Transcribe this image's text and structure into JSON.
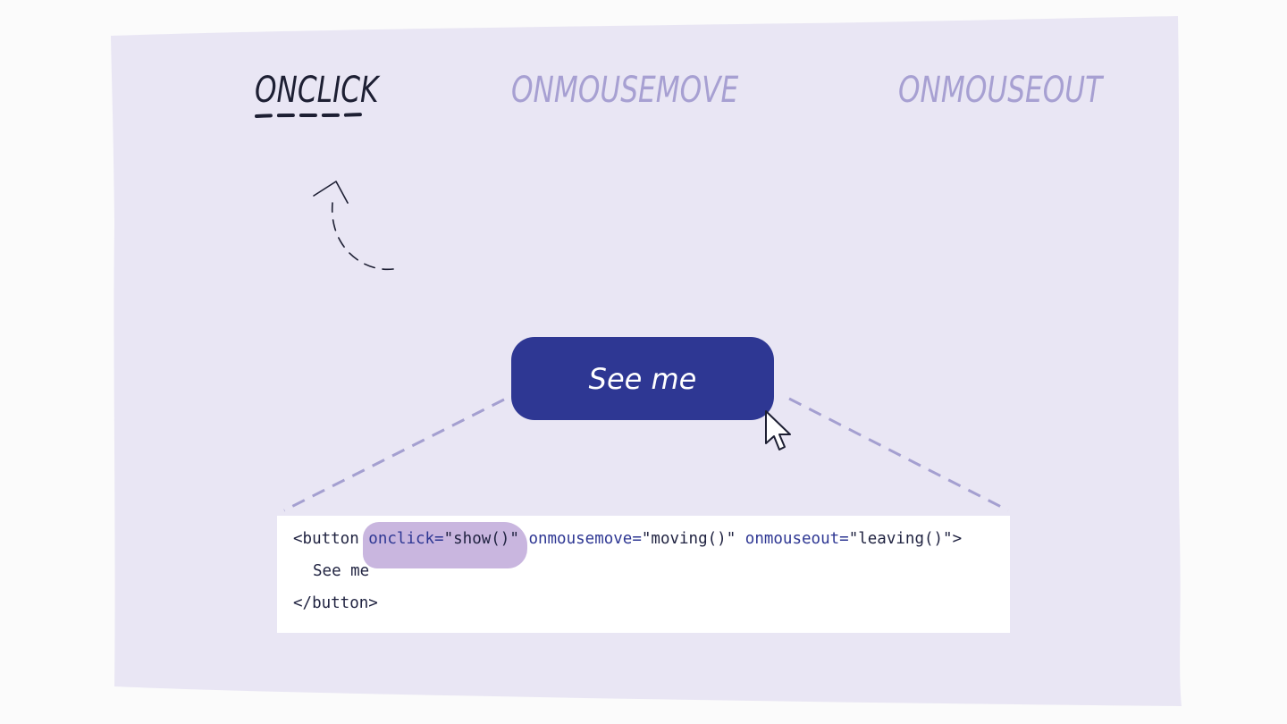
{
  "tabs": [
    {
      "label": "ONCLICK",
      "active": true
    },
    {
      "label": "ONMOUSEMOVE",
      "active": false
    },
    {
      "label": "ONMOUSEOUT",
      "active": false
    }
  ],
  "demo_button": {
    "label": "See me"
  },
  "code": {
    "line1": {
      "open": "<button ",
      "highlight_attr": "onclick=",
      "highlight_value": "\"show()\"",
      "mid_space": " ",
      "attr2": "onmousemove=",
      "value2": "\"moving()\"",
      "space2": " ",
      "attr3": "onmouseout=",
      "value3": "\"leaving()\"",
      "close": ">"
    },
    "line2": "See me",
    "line3": "</button>"
  },
  "colors": {
    "paper": "#e9e6f4",
    "button": "#2e3793",
    "tab_active": "#1d1f33",
    "tab_inactive": "#a7a0d2",
    "guide_line": "#a49fd0",
    "highlight": "#c9b6df"
  },
  "icons": {
    "pointer": "mouse-pointer-icon",
    "arrow": "curved-arrow-icon"
  }
}
